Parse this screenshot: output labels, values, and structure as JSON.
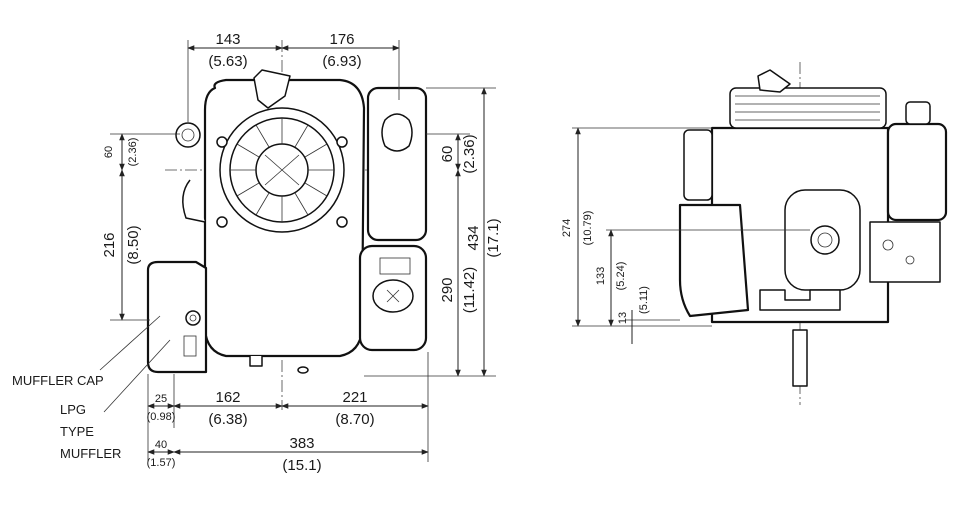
{
  "top_view": {
    "dims": {
      "d143": "143",
      "d143_in": "(5.63)",
      "d176": "176",
      "d176_in": "(6.93)",
      "d60l": "60",
      "d60l_in": "(2.36)",
      "d216": "216",
      "d216_in": "(8.50)",
      "d60r": "60",
      "d60r_in": "(2.36)",
      "d290": "290",
      "d290_in": "(11.42)",
      "d434": "434",
      "d434_in": "(17.1)",
      "d25": "25",
      "d25_in": "(0.98)",
      "d162": "162",
      "d162_in": "(6.38)",
      "d221": "221",
      "d221_in": "(8.70)",
      "d40": "40",
      "d40_in": "(1.57)",
      "d383": "383",
      "d383_in": "(15.1)"
    },
    "labels": {
      "muffler_cap": "MUFFLER CAP",
      "lpg_1": "LPG",
      "lpg_2": "TYPE",
      "lpg_3": "MUFFLER"
    }
  },
  "side_view": {
    "dims": {
      "d274": "274",
      "d274_in": "(10.79)",
      "d133": "133",
      "d133_in": "(5.24)",
      "d13": "13",
      "d13_in": "(5.11)"
    }
  }
}
